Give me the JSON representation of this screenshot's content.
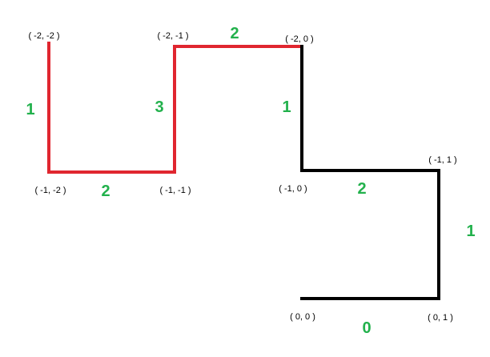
{
  "colors": {
    "path_red": "#e0262f",
    "path_black": "#000000",
    "weight_green": "#22b14c",
    "label_black": "#000000",
    "background": "#ffffff"
  },
  "nodes": [
    {
      "id": "n_-2_-2",
      "label": "( -2, -2 )"
    },
    {
      "id": "n_-1_-2",
      "label": "( -1, -2 )"
    },
    {
      "id": "n_-1_-1",
      "label": "( -1, -1 )"
    },
    {
      "id": "n_-2_-1",
      "label": "( -2, -1 )"
    },
    {
      "id": "n_-2_0",
      "label": "( -2, 0 )"
    },
    {
      "id": "n_-1_0",
      "label": "( -1, 0 )"
    },
    {
      "id": "n_-1_1",
      "label": "( -1, 1 )"
    },
    {
      "id": "n_0_1",
      "label": "( 0, 1 )"
    },
    {
      "id": "n_0_0",
      "label": "( 0, 0 )"
    }
  ],
  "edges": [
    {
      "from": "n_-2_-2",
      "to": "n_-1_-2",
      "weight": "1",
      "color": "red"
    },
    {
      "from": "n_-1_-2",
      "to": "n_-1_-1",
      "weight": "2",
      "color": "red"
    },
    {
      "from": "n_-1_-1",
      "to": "n_-2_-1",
      "weight": "3",
      "color": "red"
    },
    {
      "from": "n_-2_-1",
      "to": "n_-2_0",
      "weight": "2",
      "color": "red"
    },
    {
      "from": "n_-2_0",
      "to": "n_-1_0",
      "weight": "1",
      "color": "black"
    },
    {
      "from": "n_-1_0",
      "to": "n_-1_1",
      "weight": "2",
      "color": "black"
    },
    {
      "from": "n_-1_1",
      "to": "n_0_1",
      "weight": "1",
      "color": "black"
    },
    {
      "from": "n_0_1",
      "to": "n_0_0",
      "weight": "0",
      "color": "black"
    }
  ]
}
